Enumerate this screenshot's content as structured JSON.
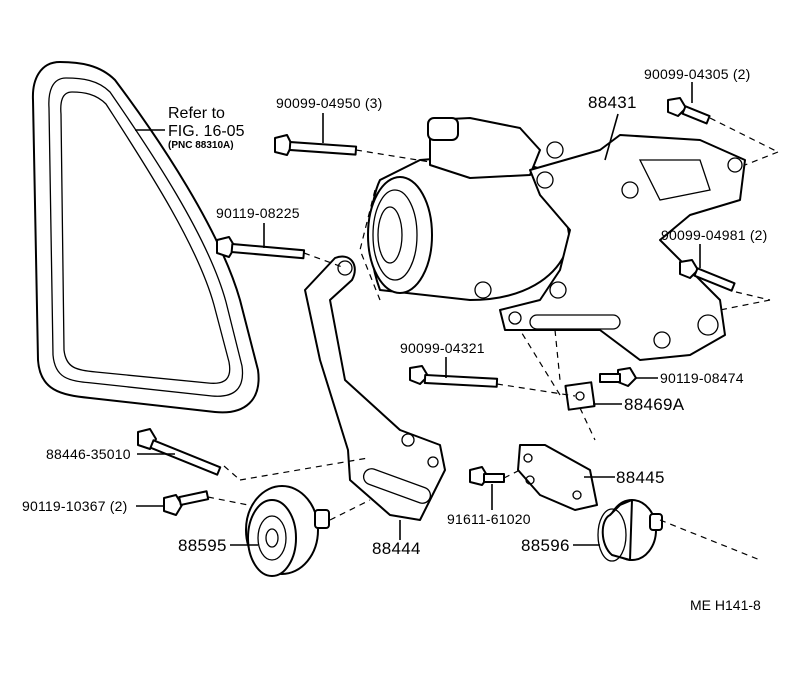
{
  "labels": {
    "refer_line1": "Refer to",
    "refer_line2": "FIG. 16-05",
    "refer_line3": "(PNC 88310A)",
    "p_90099_04950": "90099-04950 (3)",
    "p_90099_04305": "90099-04305 (2)",
    "p_88431": "88431",
    "p_90119_08225": "90119-08225",
    "p_90099_04981": "90099-04981 (2)",
    "p_90099_04321": "90099-04321",
    "p_90119_08474": "90119-08474",
    "p_88469A": "88469A",
    "p_88446_35010": "88446-35010",
    "p_88445": "88445",
    "p_90119_10367": "90119-10367 (2)",
    "p_91611_61020": "91611-61020",
    "p_88595": "88595",
    "p_88444": "88444",
    "p_88596": "88596",
    "code": "ME  H141-8"
  }
}
